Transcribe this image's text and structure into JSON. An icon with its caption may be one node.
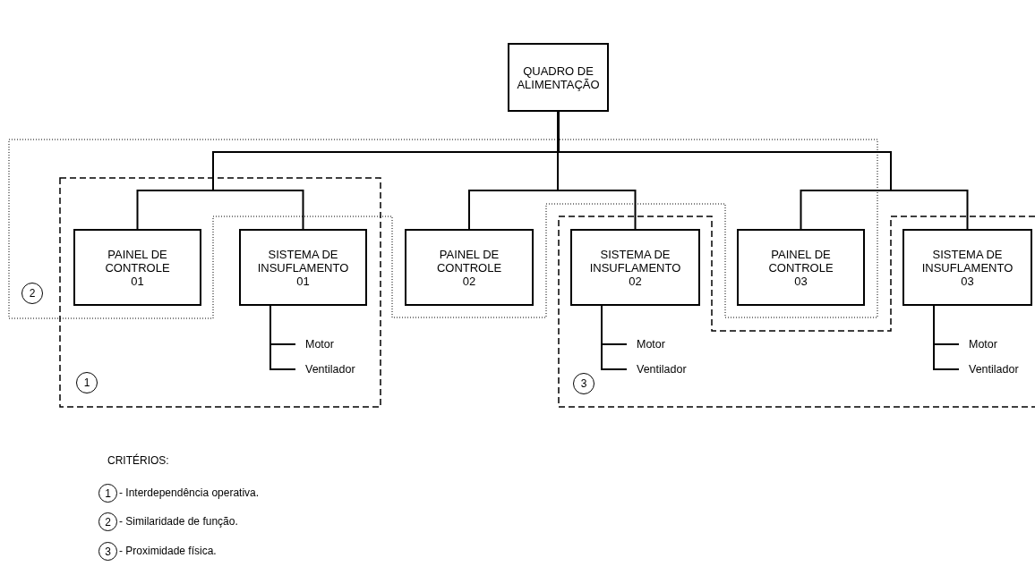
{
  "diagram": {
    "nodes": [
      {
        "text": [
          "QUADRO DE ALIMENTAÇÃO"
        ]
      },
      {
        "text": [
          "PAINEL DE CONTROLE 01"
        ]
      },
      {
        "text": [
          "SISTEMA DE INSUFLAMENTO 01"
        ]
      },
      {
        "text": [
          "PAINEL DE CONTROLE 02"
        ]
      },
      {
        "text": [
          "SISTEMA DE INSUFLAMENTO 02"
        ]
      },
      {
        "text": [
          "PAINEL DE CONTROLE 03"
        ]
      },
      {
        "text": [
          "SISTEMA DE INSUFLAMENTO 03"
        ]
      },
      {
        "text": [
          "2"
        ]
      },
      {
        "text": [
          "Motor"
        ]
      },
      {
        "text": [
          "Ventilador"
        ]
      },
      {
        "text": [
          "Motor"
        ]
      },
      {
        "text": [
          "Ventilador"
        ]
      },
      {
        "text": [
          "Motor"
        ]
      },
      {
        "text": [
          "Ventilador"
        ]
      },
      {
        "text": [
          "1"
        ]
      },
      {
        "text": [
          "3"
        ]
      },
      {
        "text": [
          "1"
        ]
      },
      {
        "text": [
          "2"
        ]
      },
      {
        "text": [
          "3"
        ]
      }
    ],
    "edges": [
      {
        "from": 0,
        "to": 1,
        "arrow": "none"
      },
      {
        "from": 0,
        "to": 2,
        "arrow": "none"
      },
      {
        "from": 0,
        "to": 3,
        "arrow": "none"
      },
      {
        "from": 0,
        "to": 4,
        "arrow": "none"
      },
      {
        "from": 0,
        "to": 5,
        "arrow": "none"
      },
      {
        "from": 0,
        "to": 6,
        "arrow": "none"
      },
      {
        "from": 2,
        "to": 8,
        "arrow": "none"
      },
      {
        "from": 2,
        "to": 9,
        "arrow": "none"
      },
      {
        "from": 4,
        "to": 10,
        "arrow": "none"
      },
      {
        "from": 4,
        "to": 11,
        "arrow": "none"
      },
      {
        "from": 6,
        "to": 12,
        "arrow": "none"
      },
      {
        "from": 6,
        "to": 13,
        "arrow": "none"
      }
    ],
    "labels": [
      "CRITÉRIOS:",
      "- Interdependência operativa.",
      "- Similaridade de função.",
      "- Proximidade física."
    ]
  }
}
